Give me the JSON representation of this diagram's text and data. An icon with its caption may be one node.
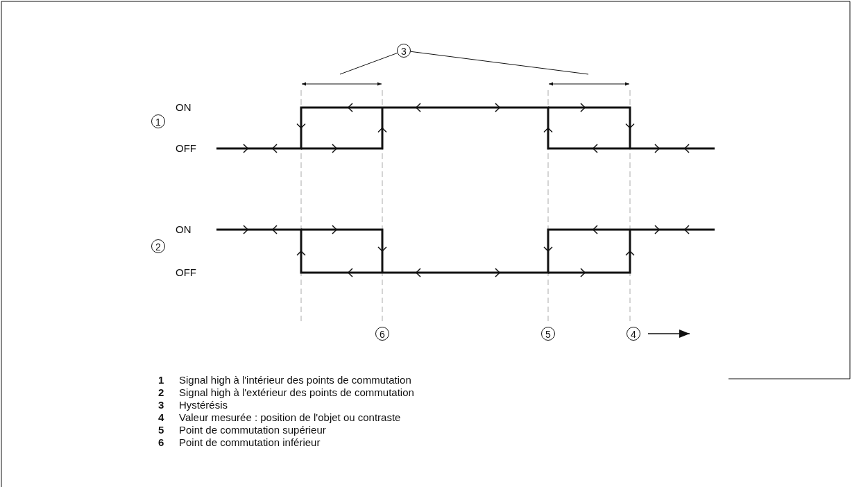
{
  "diagram": {
    "nodes": [
      {
        "text": [
          "3"
        ]
      },
      {
        "text": [
          "1"
        ]
      },
      {
        "text": [
          "2"
        ]
      },
      {
        "text": [
          "6"
        ]
      },
      {
        "text": [
          "5"
        ]
      },
      {
        "text": [
          "4"
        ]
      },
      {
        "text": [],
        "shape": "line"
      },
      {
        "text": [],
        "shape": "line"
      }
    ],
    "edges": [
      {
        "from": 0,
        "to": 6,
        "arrow": "none"
      },
      {
        "from": 0,
        "to": 7,
        "arrow": "none"
      }
    ],
    "labels": [
      "ON",
      "OFF",
      "ON",
      "OFF",
      "1",
      "Signal high à l'intérieur des points de commutation",
      "2",
      "Signal high à l'extérieur des points de commutation",
      "3",
      "Hystérésis",
      "4",
      "Valeur mesurée : position de l'objet ou contraste",
      "5",
      "Point de commutation supérieur",
      "6",
      "Point de commutation inférieur"
    ]
  }
}
